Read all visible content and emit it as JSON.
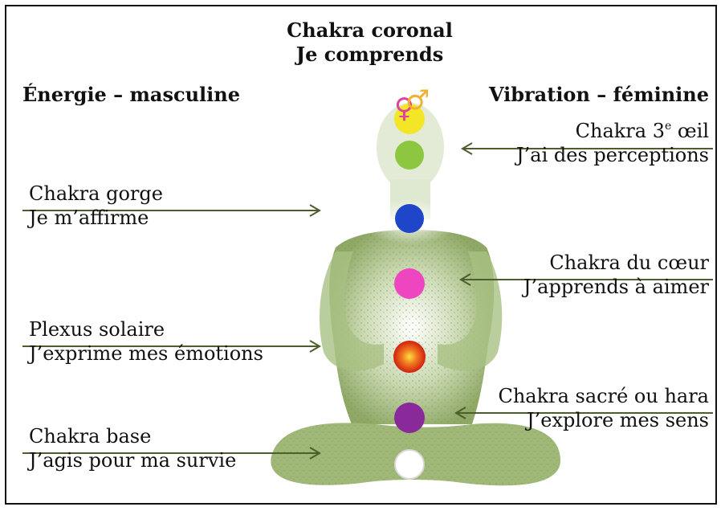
{
  "title": {
    "line1": "Chakra coronal",
    "line2": "Je comprends"
  },
  "header_left": "Énergie – masculine",
  "header_right": "Vibration – féminine",
  "labels": {
    "third_eye": {
      "name_before": "Chakra 3",
      "name_sup": "e",
      "name_after": " œil",
      "desc": "J’ai des perceptions"
    },
    "throat": {
      "name": "Chakra gorge",
      "desc": "Je m’affirme"
    },
    "heart": {
      "name": "Chakra du cœur",
      "desc": "J’apprends à aimer"
    },
    "solar": {
      "name": "Plexus solaire",
      "desc": "J’exprime mes émotions"
    },
    "sacral": {
      "name": "Chakra sacré ou hara",
      "desc": "J’explore mes sens"
    },
    "root": {
      "name": "Chakra base",
      "desc": "J’agis pour ma survie"
    }
  },
  "symbols": {
    "female": "♀",
    "male": "♂"
  },
  "colors": {
    "crown": "#f2e626",
    "third_eye": "#8dc63f",
    "throat": "#1f45c8",
    "heart": "#ee45c0",
    "solar": "#e8401c",
    "sacral": "#8a2a9a",
    "root": "#ffffff",
    "arrow": "#4d5e2c",
    "figure": "#9db67a",
    "female_symbol": "#e040a0",
    "male_symbol": "#f0b030"
  }
}
